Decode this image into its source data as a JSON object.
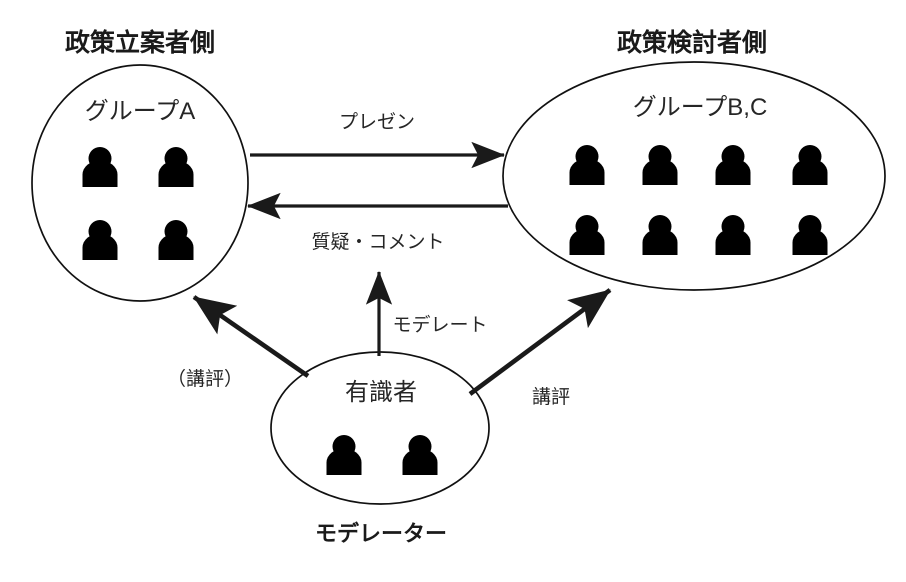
{
  "diagram": {
    "title_left": "政策立案者側",
    "title_right": "政策検討者側",
    "footer_moderator": "モデレーター",
    "nodes": {
      "group_a": {
        "label": "グループA",
        "people_count": 4
      },
      "group_bc": {
        "label": "グループB,C",
        "people_count": 8
      },
      "experts": {
        "label": "有識者",
        "people_count": 2
      }
    },
    "edges": {
      "presentation": "プレゼン",
      "questions_comments": "質疑・コメント",
      "moderate": "モデレート",
      "review_left": "（講評）",
      "review_right": "講評"
    },
    "colors": {
      "stroke": "#111111",
      "text": "#262626",
      "title": "#1a1a1a",
      "icon": "#000000",
      "background": "#ffffff"
    }
  }
}
